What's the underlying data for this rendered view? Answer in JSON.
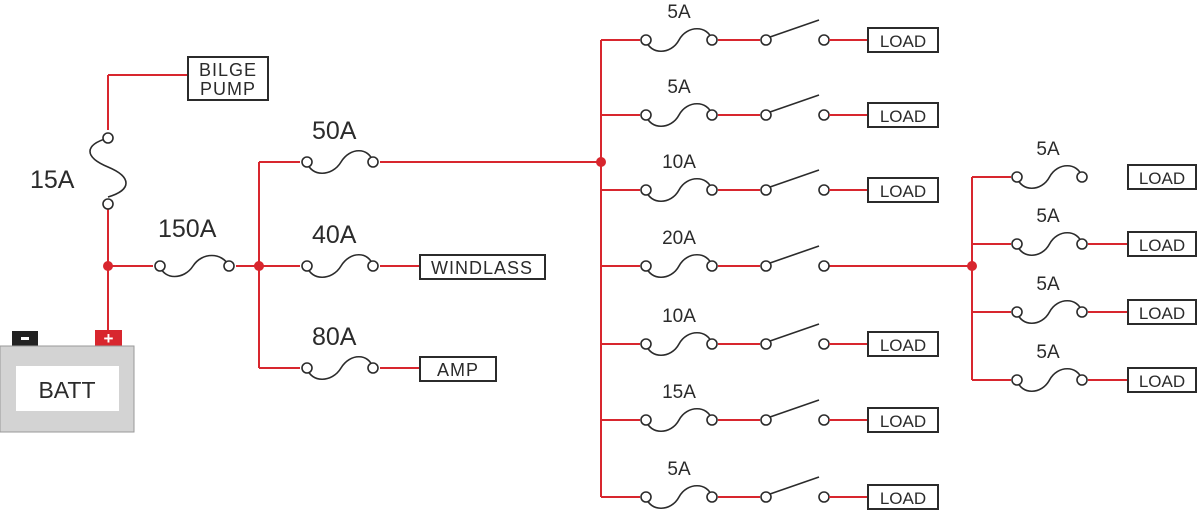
{
  "battery": {
    "label": "BATT",
    "neg_symbol": "−",
    "pos_symbol": "+"
  },
  "bilge_fuse": {
    "rating": "15A"
  },
  "bilge_pump": {
    "line1": "BILGE",
    "line2": "PUMP"
  },
  "main_fuse": {
    "rating": "150A"
  },
  "branches": [
    {
      "rating": "50A",
      "load": ""
    },
    {
      "rating": "40A",
      "load": "WINDLASS"
    },
    {
      "rating": "80A",
      "load": "AMP"
    }
  ],
  "panel_circuits": [
    {
      "rating": "5A",
      "load": "LOAD"
    },
    {
      "rating": "5A",
      "load": "LOAD"
    },
    {
      "rating": "10A",
      "load": "LOAD"
    },
    {
      "rating": "20A",
      "load": ""
    },
    {
      "rating": "10A",
      "load": "LOAD"
    },
    {
      "rating": "15A",
      "load": "LOAD"
    },
    {
      "rating": "5A",
      "load": "LOAD"
    }
  ],
  "sub_panel_circuits": [
    {
      "rating": "5A",
      "load": "LOAD"
    },
    {
      "rating": "5A",
      "load": "LOAD"
    },
    {
      "rating": "5A",
      "load": "LOAD"
    },
    {
      "rating": "5A",
      "load": "LOAD"
    }
  ],
  "colors": {
    "wire": "#d8262e",
    "ink": "#2b2b2b",
    "battery": "#d3d3d3",
    "positive": "#d8262e",
    "negative": "#222222"
  }
}
